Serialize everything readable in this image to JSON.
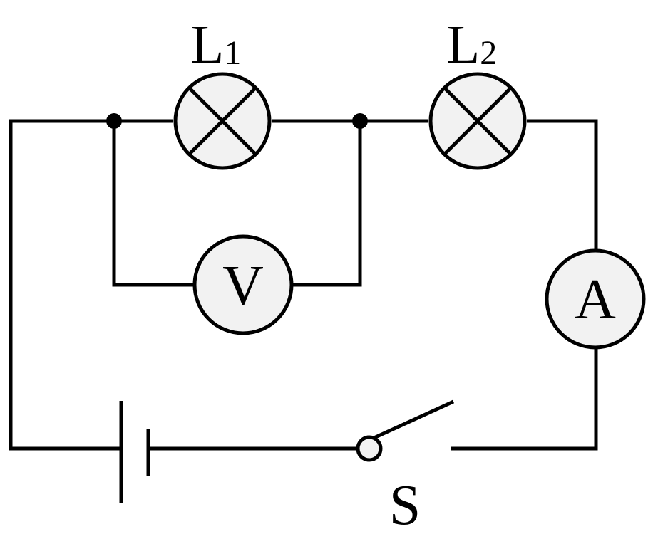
{
  "labels": {
    "lamp1_main": "L",
    "lamp1_sub": "1",
    "lamp2_main": "L",
    "lamp2_sub": "2",
    "voltmeter": "V",
    "ammeter": "A",
    "switch": "S"
  },
  "colors": {
    "stroke": "#000000",
    "component_fill": "#f2f2f2",
    "background": "#ffffff"
  },
  "components": {
    "lamp1": "lamp-icon",
    "lamp2": "lamp-icon",
    "voltmeter": "meter-icon",
    "ammeter": "meter-icon",
    "battery": "battery-icon",
    "switch": "switch-icon"
  },
  "switch_state": "open"
}
